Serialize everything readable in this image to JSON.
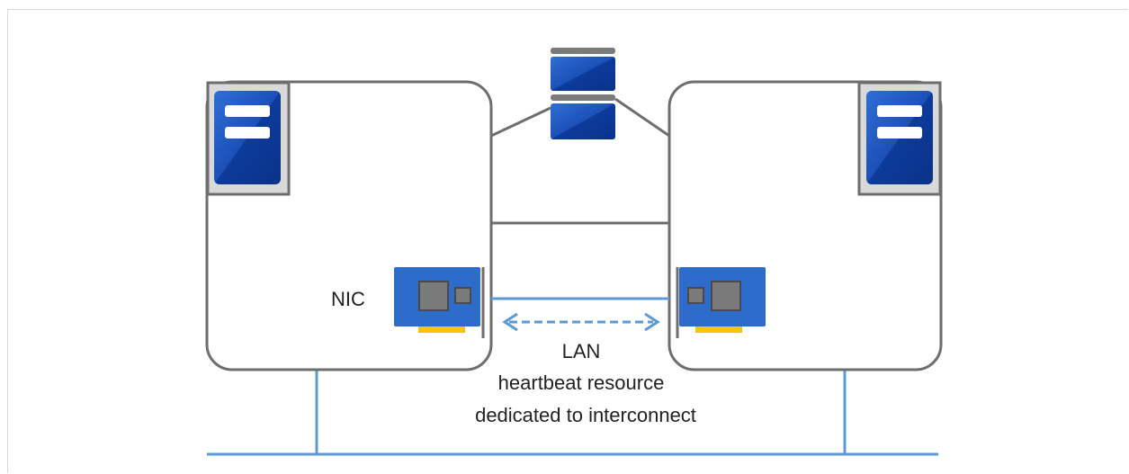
{
  "labels": {
    "nic": "NIC",
    "lan": "LAN",
    "line2": "heartbeat resource",
    "line3": "dedicated to interconnect"
  },
  "colors": {
    "server_outline": "#6e6e6e",
    "server_icon_dark": "#0d3b9c",
    "server_icon_light": "#2f6fd6",
    "nic_board": "#2e6ccc",
    "nic_chip": "#7a7a7a",
    "nic_contact": "#f7c600",
    "network_line": "#5b9bd5",
    "arrow": "#5b9bd5",
    "interconnect_line": "#6e6e6e"
  },
  "icons": [
    "server-icon",
    "shared-disk-icon",
    "nic-card-icon"
  ]
}
